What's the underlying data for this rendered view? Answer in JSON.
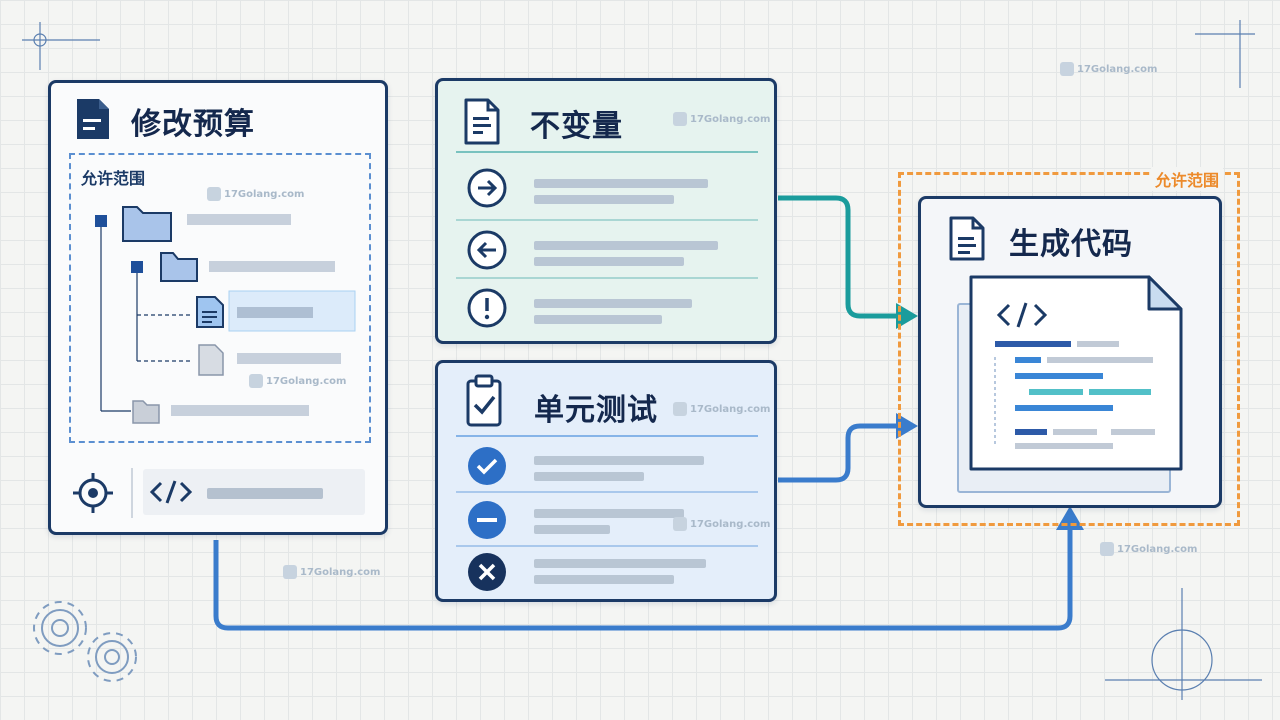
{
  "budget_card": {
    "title": "修改预算",
    "scope_label": "允许范围",
    "footer_code_icon": "code-icon",
    "footer_target_icon": "target-icon"
  },
  "invariants_card": {
    "title": "不变量",
    "rows": [
      {
        "icon": "arrow-right-circle-icon"
      },
      {
        "icon": "arrow-left-circle-icon"
      },
      {
        "icon": "exclamation-circle-icon"
      }
    ]
  },
  "unit_tests_card": {
    "title": "单元测试",
    "rows": [
      {
        "icon": "check-circle-icon"
      },
      {
        "icon": "minus-circle-icon"
      },
      {
        "icon": "x-circle-icon"
      }
    ]
  },
  "generate_card": {
    "title": "生成代码",
    "scope_label": "允许范围"
  },
  "watermark": "17Golang.com",
  "colors": {
    "navy": "#1b3a66",
    "teal": "#1a9c9c",
    "blue": "#3a7ccc",
    "orange": "#f09a3e"
  }
}
